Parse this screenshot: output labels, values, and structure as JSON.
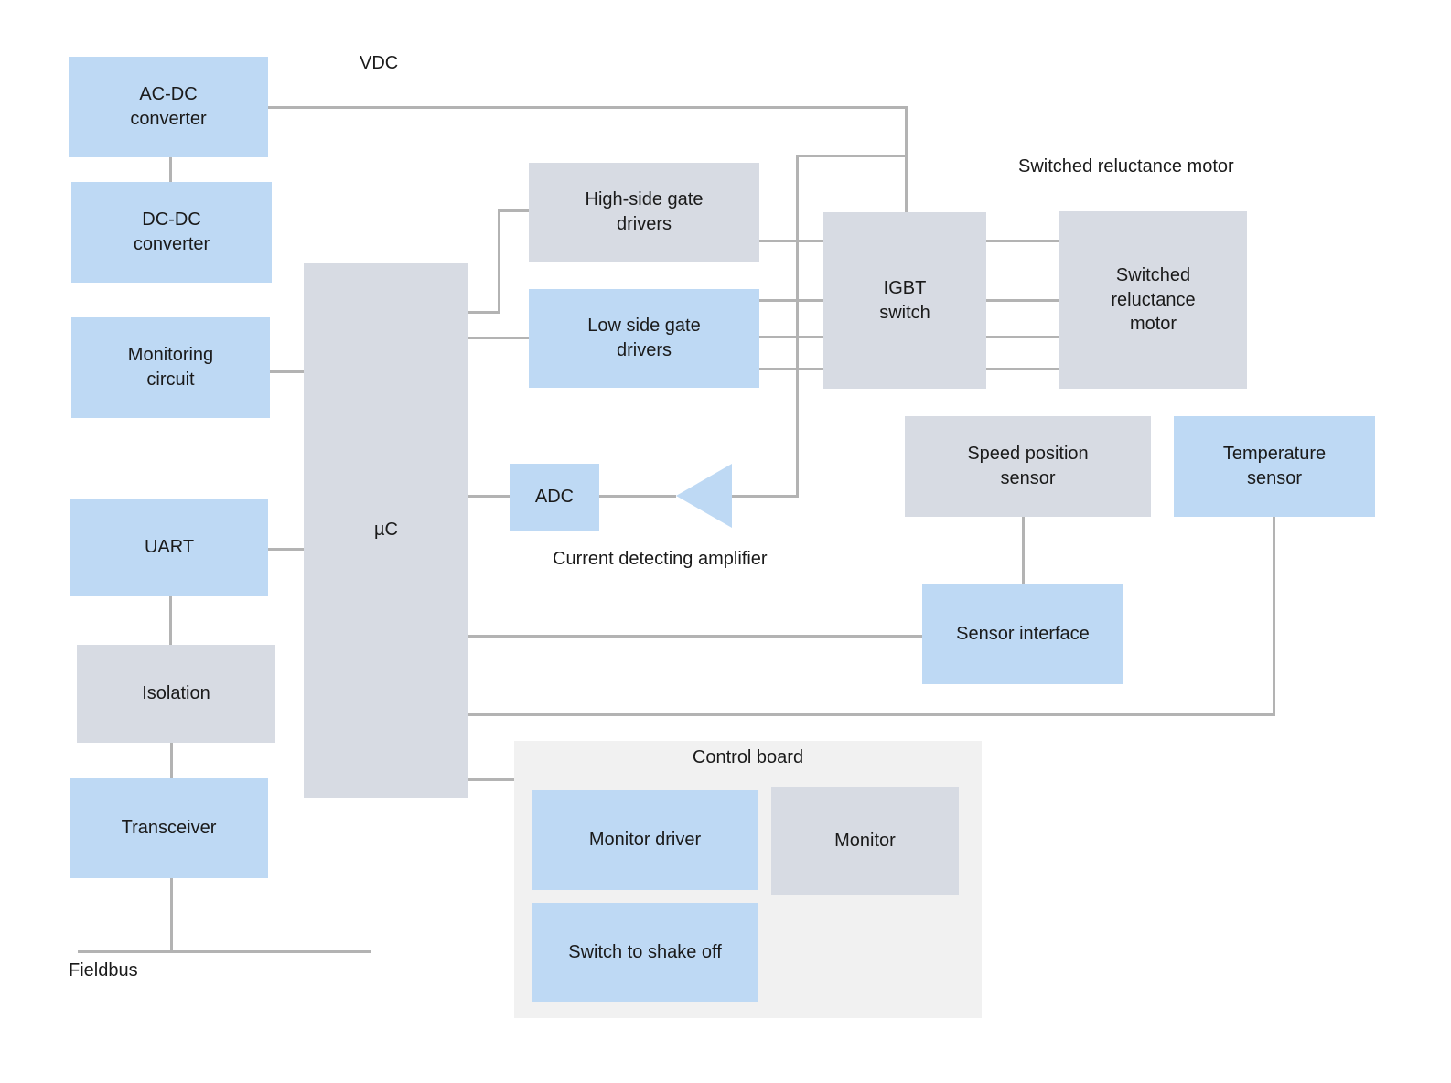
{
  "colors": {
    "node_blue": "#bed9f4",
    "node_gray": "#d7dbe3",
    "board_background": "#f1f1f1",
    "line": "#b3b3b3",
    "text": "#1a1a1a"
  },
  "nodes": {
    "ac_dc_converter": "AC-DC converter",
    "dc_dc_converter": "DC-DC converter",
    "monitoring_circuit": "Monitoring circuit",
    "uart": "UART",
    "isolation": "Isolation",
    "transceiver": "Transceiver",
    "microcontroller": "µC",
    "high_side_gate_drivers": "High-side gate drivers",
    "low_side_gate_drivers": "Low side gate drivers",
    "adc": "ADC",
    "igbt_switch": "IGBT switch",
    "switched_reluctance_motor": "Switched reluctance motor",
    "speed_position_sensor": "Speed position sensor",
    "temperature_sensor": "Temperature sensor",
    "sensor_interface": "Sensor interface",
    "monitor_driver": "Monitor driver",
    "monitor": "Monitor",
    "switch_to_shake_off": "Switch to shake off"
  },
  "annotations": {
    "vdc": "VDC",
    "srm_caption": "Switched reluctance motor",
    "current_detecting_amplifier": "Current detecting amplifier",
    "control_board": "Control board",
    "fieldbus": "Fieldbus"
  }
}
